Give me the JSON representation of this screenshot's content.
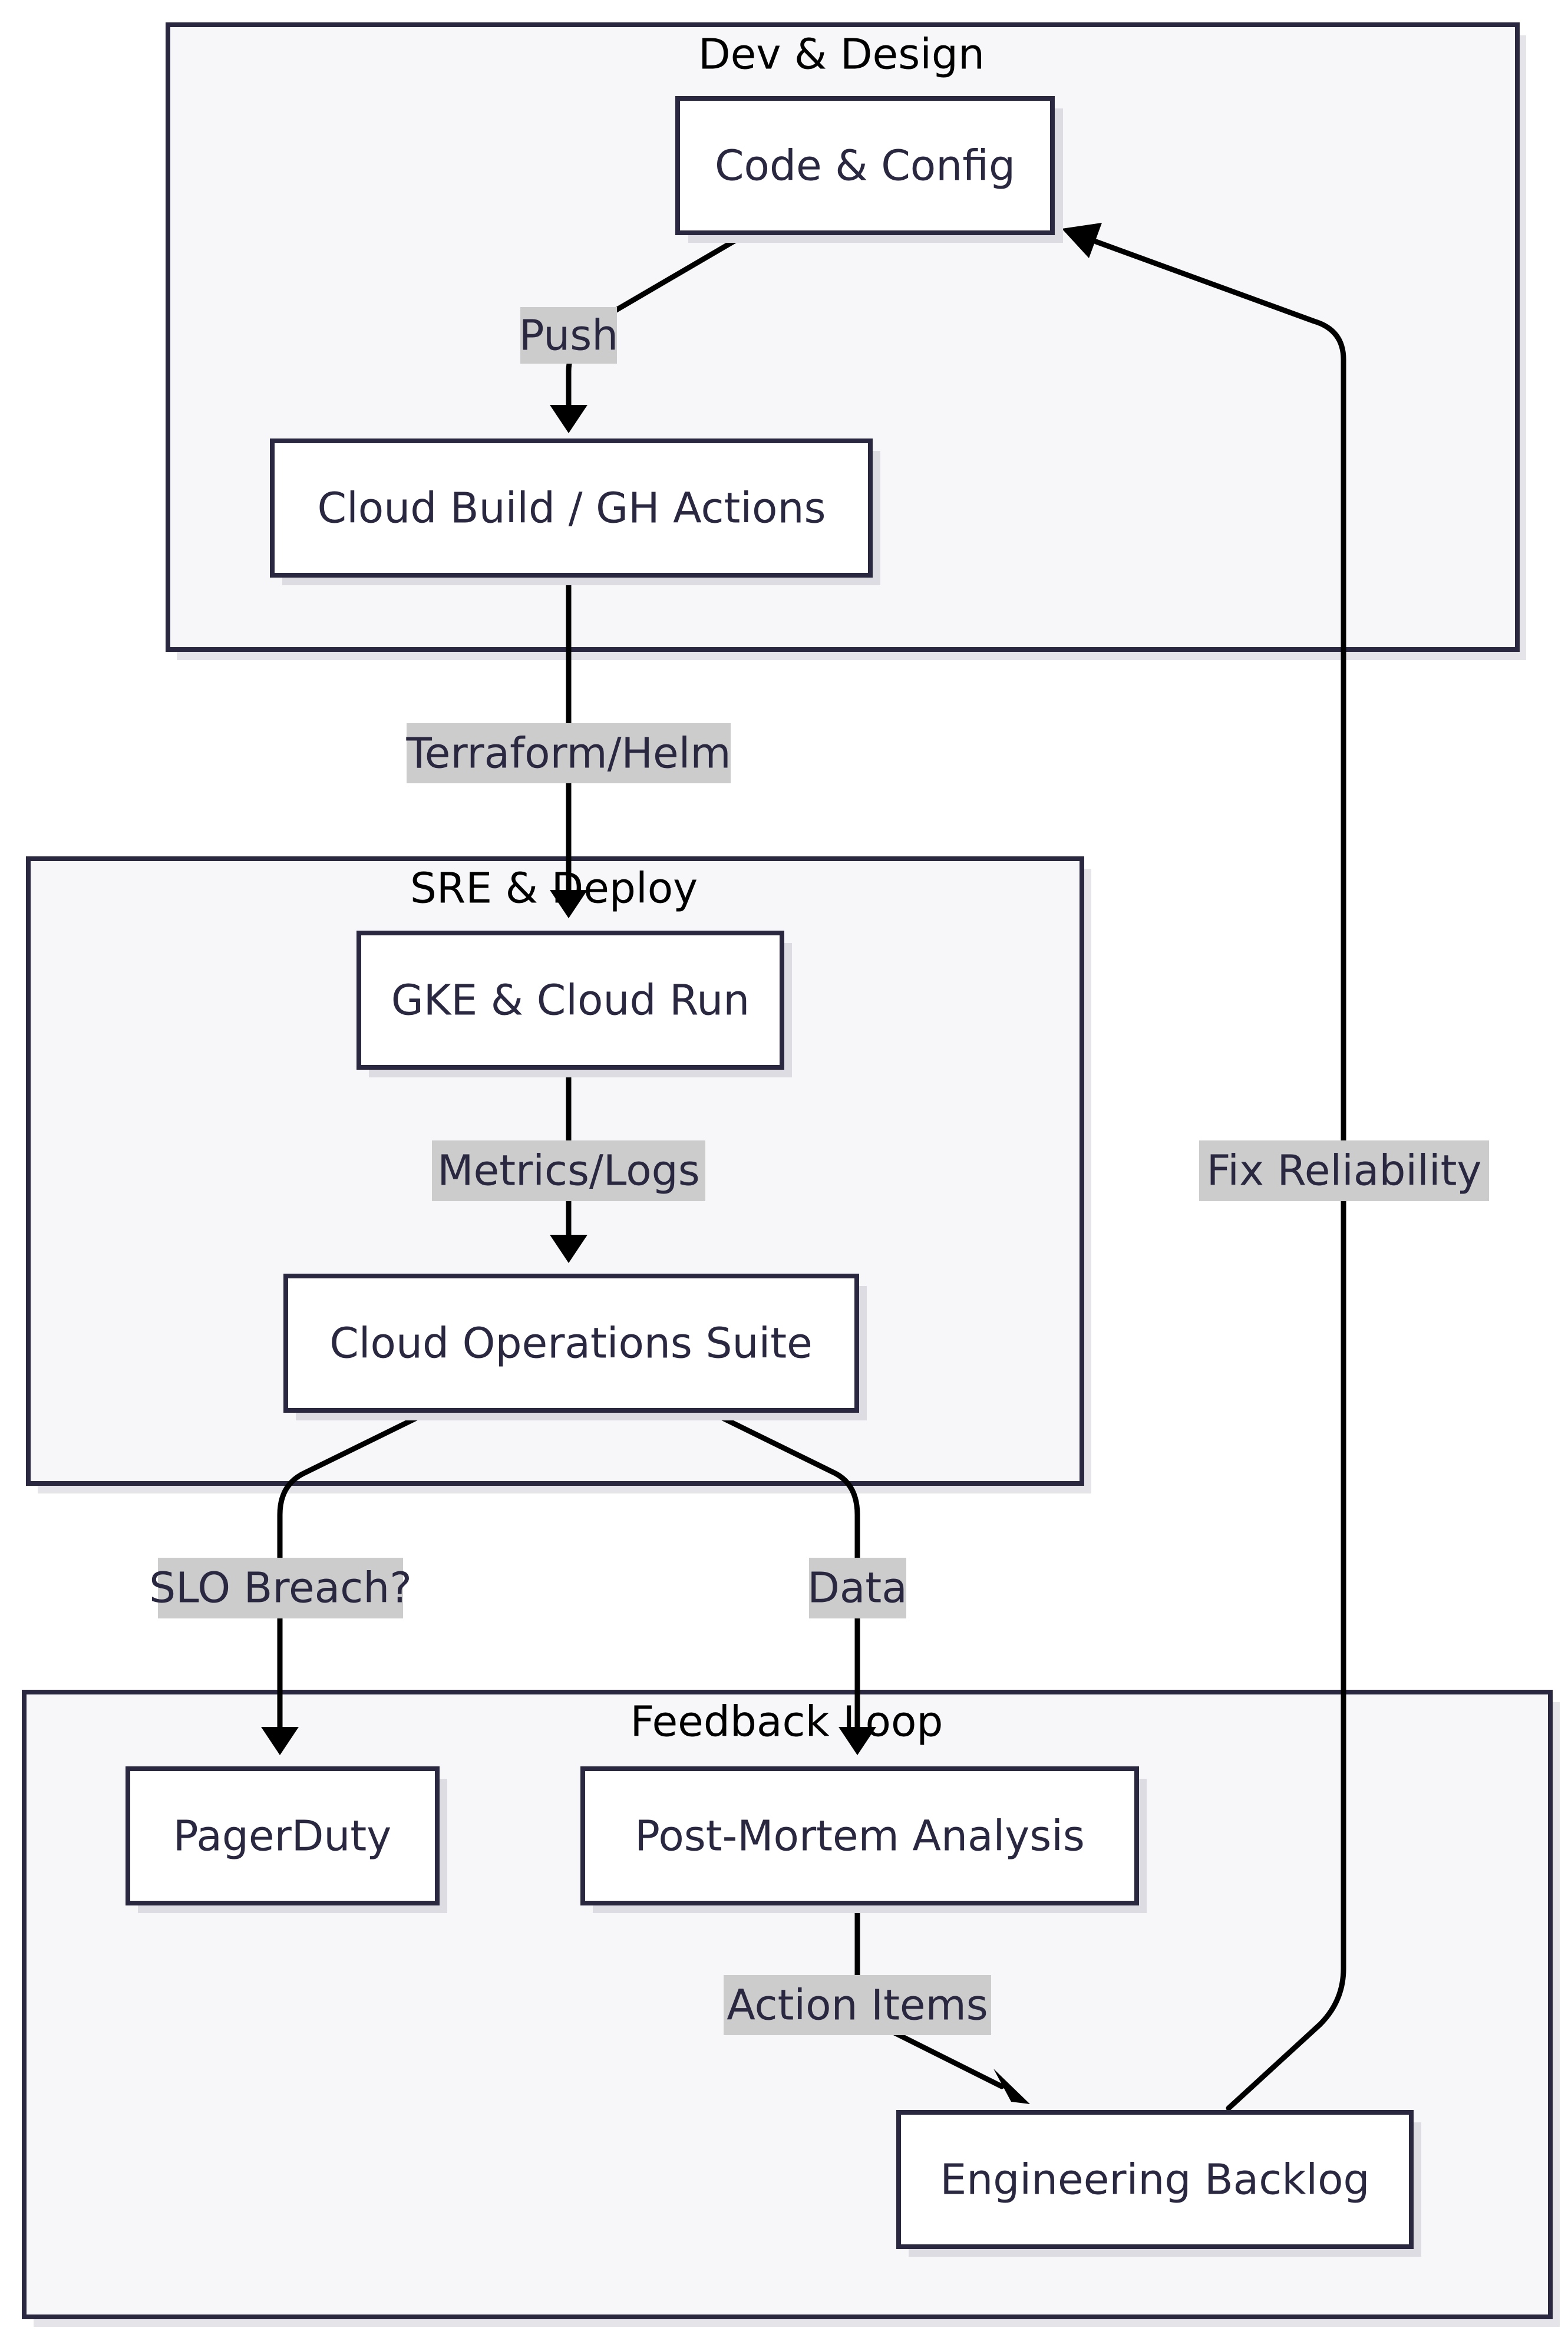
{
  "clusters": {
    "dev": {
      "label": "Dev & Design"
    },
    "sre": {
      "label": "SRE & Deploy"
    },
    "feedback": {
      "label": "Feedback Loop"
    }
  },
  "nodes": {
    "code": "Code & Config",
    "build": "Cloud Build / GH Actions",
    "gke": "GKE & Cloud Run",
    "ops": "Cloud Operations Suite",
    "pager": "PagerDuty",
    "postmortem": "Post-Mortem Analysis",
    "backlog": "Engineering Backlog"
  },
  "edges": {
    "push": "Push",
    "terraform": "Terraform/Helm",
    "metrics": "Metrics/Logs",
    "slo": "SLO Breach?",
    "data": "Data",
    "action": "Action Items",
    "fix": "Fix Reliability"
  },
  "colors": {
    "cluster_fill": "#f7f7fa",
    "border": "#2a2840",
    "node_fill": "#ffffff",
    "edge": "#000000",
    "edge_label_bg": "#cccccc"
  }
}
